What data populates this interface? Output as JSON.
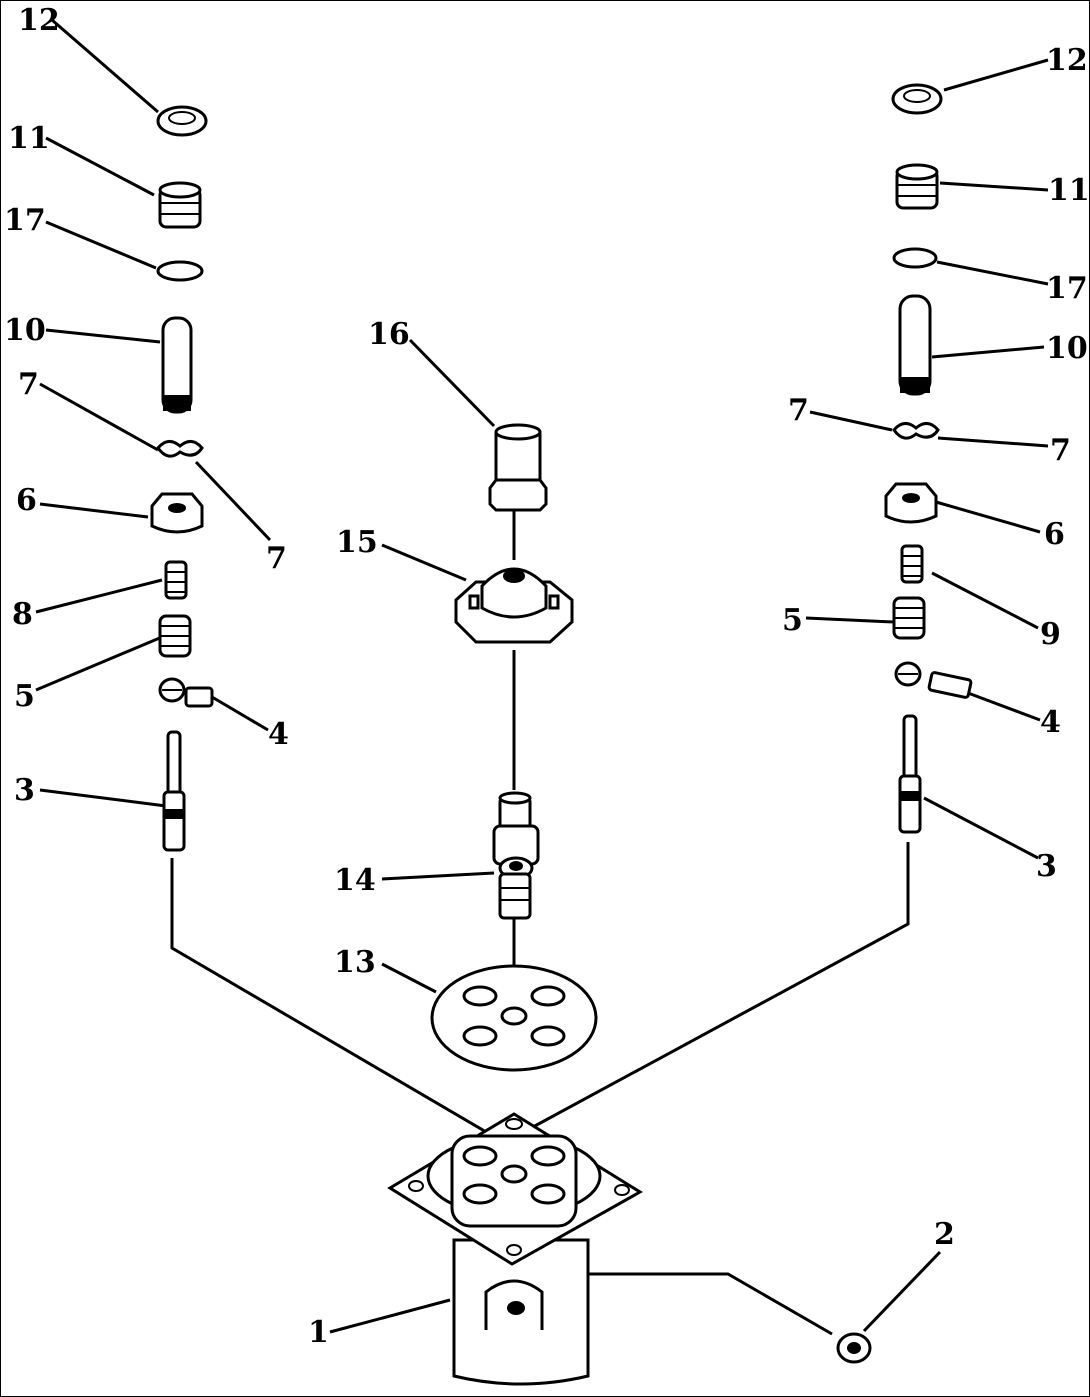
{
  "diagram": {
    "callouts": {
      "left": {
        "p12": "12",
        "p11": "11",
        "p17": "17",
        "p10": "10",
        "p7a": "7",
        "p7b": "7",
        "p6": "6",
        "p8": "8",
        "p5": "5",
        "p4": "4",
        "p3": "3"
      },
      "right": {
        "p12": "12",
        "p11": "11",
        "p17": "17",
        "p10": "10",
        "p7a": "7",
        "p7b": "7",
        "p6": "6",
        "p9": "9",
        "p5": "5",
        "p4": "4",
        "p3": "3"
      },
      "center": {
        "p16": "16",
        "p15": "15",
        "p14": "14",
        "p13": "13",
        "p1": "1",
        "p2": "2"
      }
    }
  }
}
